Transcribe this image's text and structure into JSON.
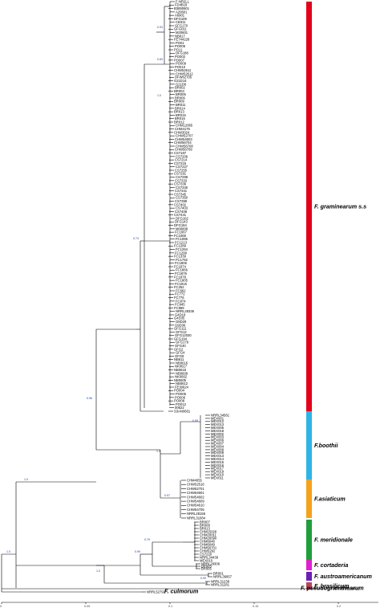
{
  "colors": {
    "graminearum": "#e3001b",
    "boothii": "#2fb4e6",
    "asiaticum": "#f5a21c",
    "meridionale": "#1f9e3a",
    "cortaderia": "#e21fd0",
    "austroamericanum": "#6a1fb5",
    "brasilicum": "#b5495b",
    "support": "#1a3fa6"
  },
  "clades": [
    {
      "id": "graminearum",
      "label": "F. graminearum s.s",
      "tips": [
        "F-NR2LL",
        "FD4B19",
        "B3850601",
        "A20601",
        "A6901",
        "DFG109",
        "CB311",
        "GFG170",
        "GFG011",
        "M20601",
        "NB617",
        "FE744228",
        "PO01",
        "PO006",
        "PO11",
        "DFG188",
        "PO002",
        "PO007",
        "PO009",
        "PO010",
        "CHW52611",
        "CHW52612",
        "DFW62705",
        "G21D14",
        "G21D6",
        "BR002",
        "BR004",
        "BR005",
        "BR006",
        "BR009",
        "BR011",
        "BR014",
        "BR013",
        "BR015",
        "BR016",
        "BR012",
        "CHM12065",
        "CHM4175",
        "CHW3024",
        "CHW52707",
        "CHW54603",
        "CHW56704",
        "CHW56708",
        "CHW56709",
        "CS7187",
        "CS7206",
        "CS7214",
        "CS7216",
        "CS7227",
        "CS7255",
        "CS7291",
        "CS7299",
        "CS7333",
        "CS7336",
        "CS7340",
        "CS7341",
        "CS7345",
        "CS7350",
        "CS7399",
        "CS7402",
        "CS7403",
        "CS7408",
        "CS7441",
        "DFG102",
        "DFG143",
        "DFG194",
        "M00808",
        "FC1067",
        "FC1068",
        "FC1095",
        "FC1213",
        "FC1289",
        "FC1294",
        "FC1299",
        "FC1339",
        "FC1792",
        "FC1806",
        "FC1874",
        "FC1866",
        "FC1876",
        "FC1878",
        "FC1905",
        "FC1916",
        "FC252",
        "FC662",
        "FC772",
        "FC776",
        "FC874",
        "FC945",
        "FC989",
        "NRRL28336",
        "G4D18",
        "G4D35",
        "G8D29",
        "G9D36",
        "GFG111",
        "GFG12",
        "GFG12030",
        "GFG194",
        "GFG179",
        "GFG40",
        "GFG2",
        "GFG4",
        "GFG8",
        "NB611",
        "NB0616",
        "NK0617",
        "NB0618",
        "NB0609",
        "NK0662",
        "NB0605",
        "NB0612",
        "FE30624",
        "PO004",
        "PO005",
        "PO006",
        "PO008",
        "PO012",
        "00622",
        "S3AN0601"
      ]
    },
    {
      "id": "boothii",
      "label": "F.boothii",
      "tips": [
        "NRRL34581",
        "MEX001",
        "MEX012",
        "MEX013",
        "MEX005",
        "MEX018",
        "MEX002",
        "MEX003",
        "MEX006",
        "MEX007",
        "MEX004",
        "MEX008",
        "MEX009",
        "MEX013",
        "MEX014",
        "MEX015",
        "MEX016",
        "MEX017",
        "MEX019",
        "MEX010",
        "MEX011"
      ]
    },
    {
      "id": "asiaticum",
      "label": "F.asiaticum",
      "tips": [
        "CHM4055",
        "CHW52516",
        "CHW52701",
        "CHW54601",
        "CHW54602",
        "CHW54609",
        "CHW54610",
        "CHW54705",
        "NRRL28156",
        "NRRL31084"
      ]
    },
    {
      "id": "meridionale",
      "label": "F. meridionale",
      "tips": [
        "BR007",
        "BR008",
        "BR013",
        "CHM15026",
        "CHM20011",
        "CHM20090",
        "CHM6048",
        "CHM6049",
        "CHM56701",
        "CHW5292",
        "CS7220",
        "NRRL34439",
        "MEX010"
      ]
    },
    {
      "id": "cortaderia",
      "label": "F. cortaderia",
      "tips": [
        "NRRL29306",
        "BR003",
        "BR005"
      ]
    },
    {
      "id": "austroamericanum",
      "label": "F. austroamericanum",
      "tips": [
        "BR001",
        "NRRL36957"
      ]
    },
    {
      "id": "brasilicum",
      "label": "F. brasilicum",
      "tips": [
        "NRRL31238",
        "NRRL31281"
      ]
    },
    {
      "id": "culmorum",
      "label": "F. culmorum",
      "tips": [
        "NRRL52792"
      ]
    },
    {
      "id": "pseudograminearum",
      "label": "F. pseudograminearum",
      "tips": [
        "NRRL34426"
      ]
    }
  ],
  "support_values": [
    "0.93",
    "0.83",
    "1.0",
    "0.74",
    "0.96",
    "0.99",
    "1.0",
    "0.97",
    "1.0",
    "0.79",
    "0.99",
    "0.99",
    "1.0",
    "1.0"
  ],
  "axis_ticks": [
    "0",
    "0.05",
    "0.1",
    "0.15",
    "0.2"
  ]
}
